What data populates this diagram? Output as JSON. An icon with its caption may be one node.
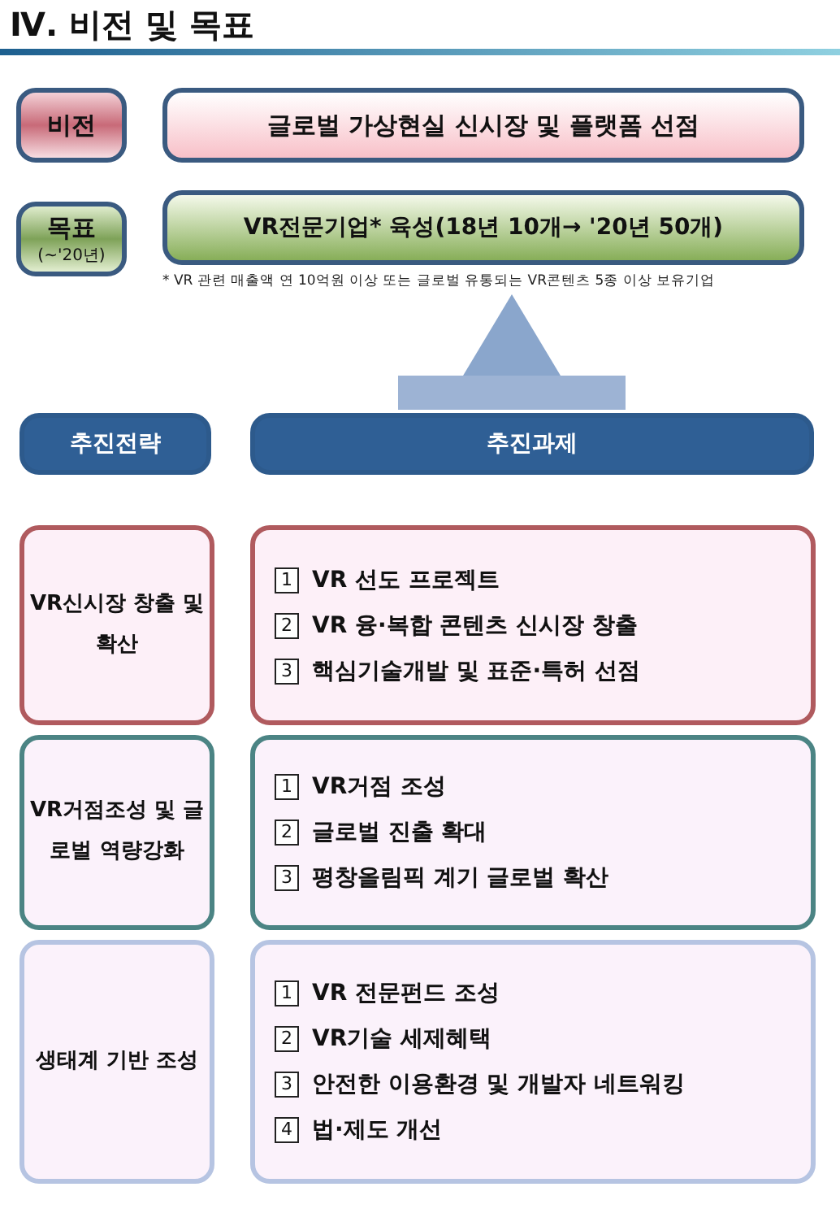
{
  "diagram": {
    "title": "Ⅳ. 비전 및 목표",
    "nodes": [
      {
        "text": [
          "비전"
        ]
      },
      {
        "text": [
          "글로벌 가상현실 신시장 및 플랫폼 선점"
        ]
      },
      {
        "text": [
          "목표",
          "(~'20년)"
        ]
      },
      {
        "text": [
          "VR전문기업* 육성(18년 10개→ '20년 50개)"
        ],
        "beside": [
          "* VR 관련 매출액 연 10억원 이상 또는 글로벌 유통되는 VR콘텐츠 5종 이상 보유기업"
        ]
      },
      {
        "text": [
          "추진전략"
        ]
      },
      {
        "text": [
          "추진과제"
        ]
      },
      {
        "text": [
          "VR신시장 창출 및 확산"
        ]
      },
      {
        "text": [
          "1 VR 선도 프로젝트",
          "2 VR 융·복합 콘텐츠 신시장 창출",
          "3 핵심기술개발 및 표준·특허 선점"
        ]
      },
      {
        "text": [
          "VR거점조성 및 글로벌 역량강화"
        ]
      },
      {
        "text": [
          "1 VR거점 조성",
          "2 글로벌 진출 확대",
          "3 평창올림픽 계기 글로벌 확산"
        ]
      },
      {
        "text": [
          "생태계 기반 조성"
        ]
      },
      {
        "text": [
          "1 VR 전문펀드 조성",
          "2 VR기술 세제혜택",
          "3 안전한 이용환경 및 개발자 네트워킹",
          "4 법·제도 개선"
        ]
      }
    ],
    "edges": [
      {
        "from": 5,
        "to": 3,
        "arrow": "to"
      }
    ]
  }
}
